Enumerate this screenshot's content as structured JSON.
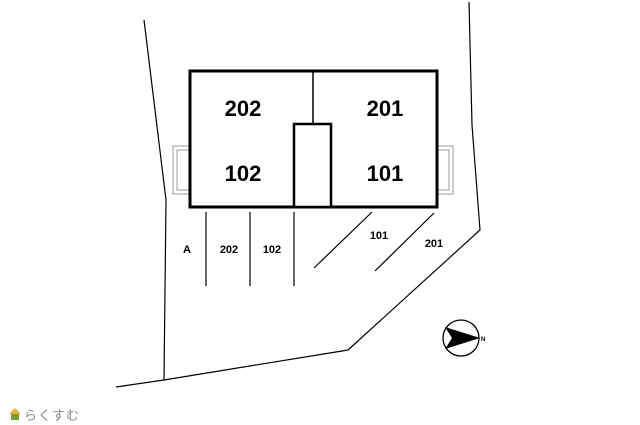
{
  "units": {
    "u202": "202",
    "u201": "201",
    "u102": "102",
    "u101": "101"
  },
  "parking": {
    "left_lots": [
      "A",
      "202",
      "102"
    ],
    "diag_lots": [
      "101",
      "201"
    ]
  },
  "compass": {
    "direction": "N"
  },
  "brand": {
    "name": "らくすむ",
    "icon": "house-icon",
    "icon_colors": [
      "#e8b33b",
      "#7a9a3a"
    ]
  },
  "colors": {
    "line": "#000000",
    "background": "#ffffff",
    "balcony": "#999999"
  }
}
